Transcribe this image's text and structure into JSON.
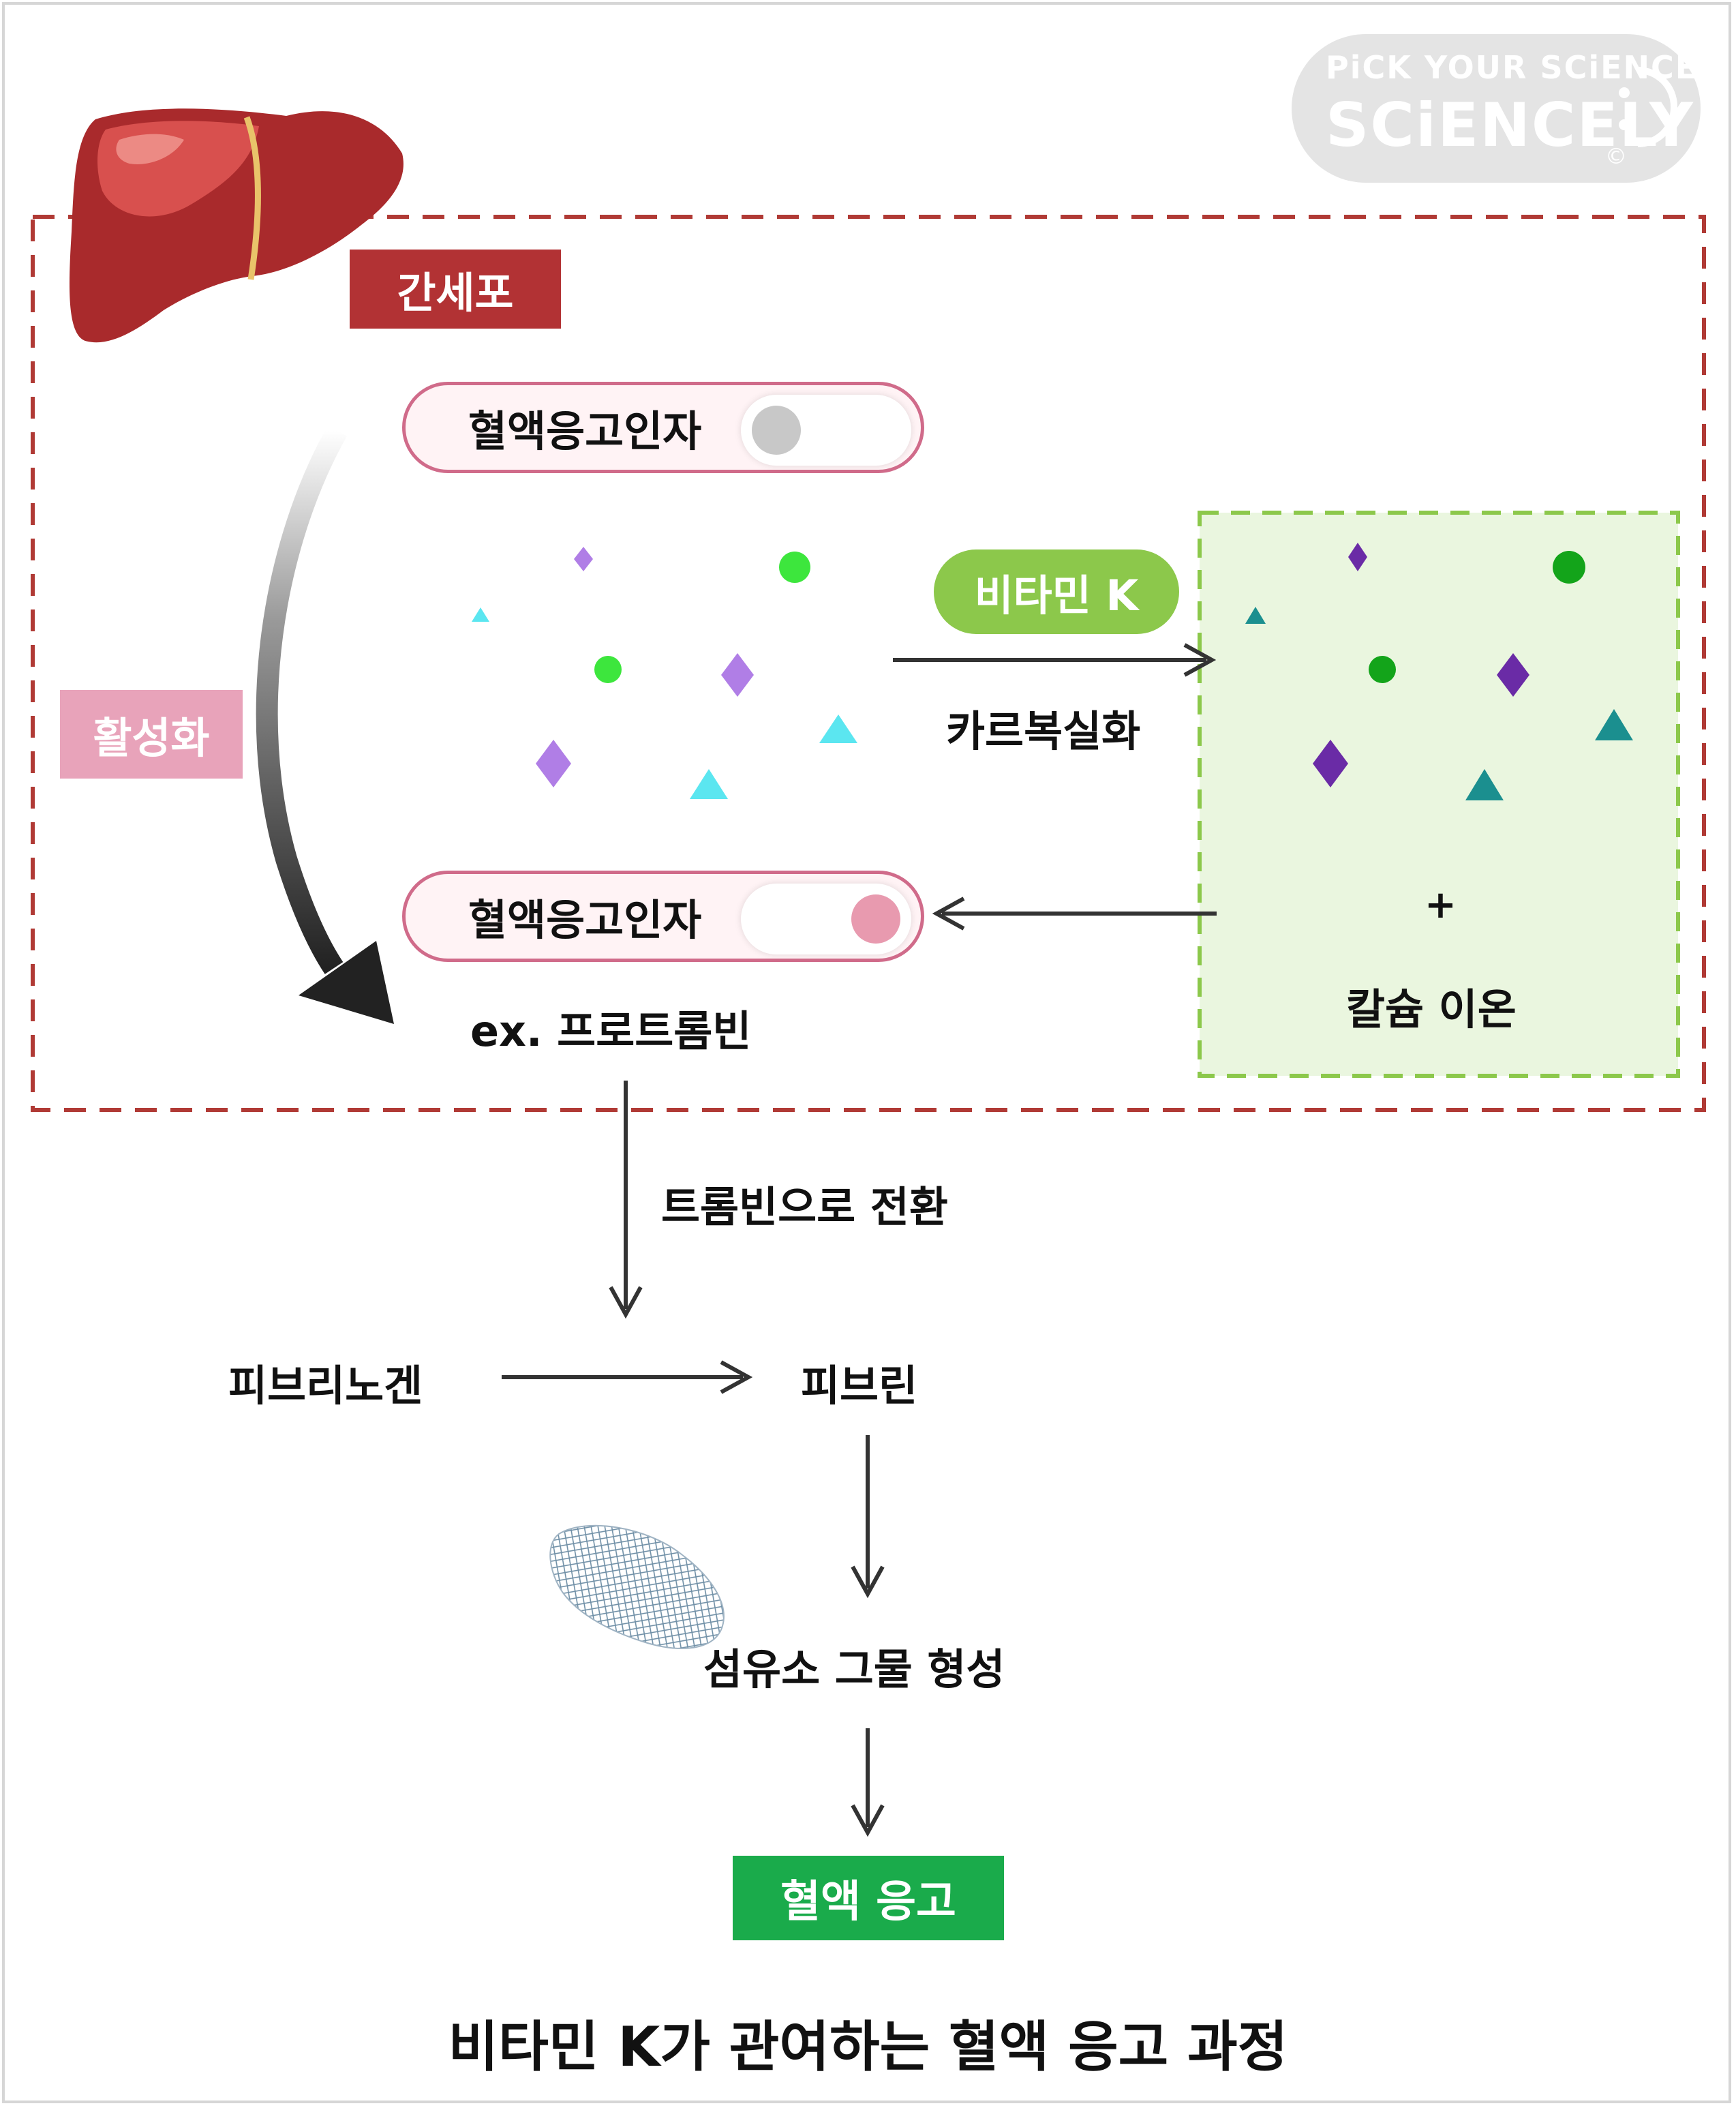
{
  "watermark": {
    "line1": "PiCK YOUR SCiENCE",
    "line2": "SCiENCELY",
    "mark": "©"
  },
  "liver": {
    "icon": "liver-icon",
    "label": "간세포"
  },
  "activation_label": "활성화",
  "factor_inactive": {
    "label": "혈액응고인자",
    "state": "off"
  },
  "factor_active": {
    "label": "혈액응고인자",
    "state": "on"
  },
  "example_label": "ex. 프로트롬빈",
  "vitamin_k_label": "비타민 K",
  "carboxylation_label": "카르복실화",
  "plus_sign": "+",
  "calcium_label": "칼슘 이온",
  "thrombin_label": "트롬빈으로 전환",
  "fibrinogen_label": "피브리노겐",
  "fibrin_label": "피브린",
  "mesh_label": "섬유소 그물 형성",
  "mesh_icon": "fibrin-mesh-icon",
  "clotting_label": "혈액 응고",
  "caption": "비타민 K가 관여하는 혈액 응고 과정",
  "colors": {
    "liver_red": "#b23234",
    "activation_pink": "#e8a3ba",
    "vitamin_green": "#8cc84b",
    "clot_green": "#1aab4b",
    "dashed_red": "#b03a35",
    "dashed_green": "#8cc84b",
    "green_box_fill": "#eaf6df",
    "knob_off": "#c8c8c8",
    "knob_on": "#e89aaf"
  }
}
